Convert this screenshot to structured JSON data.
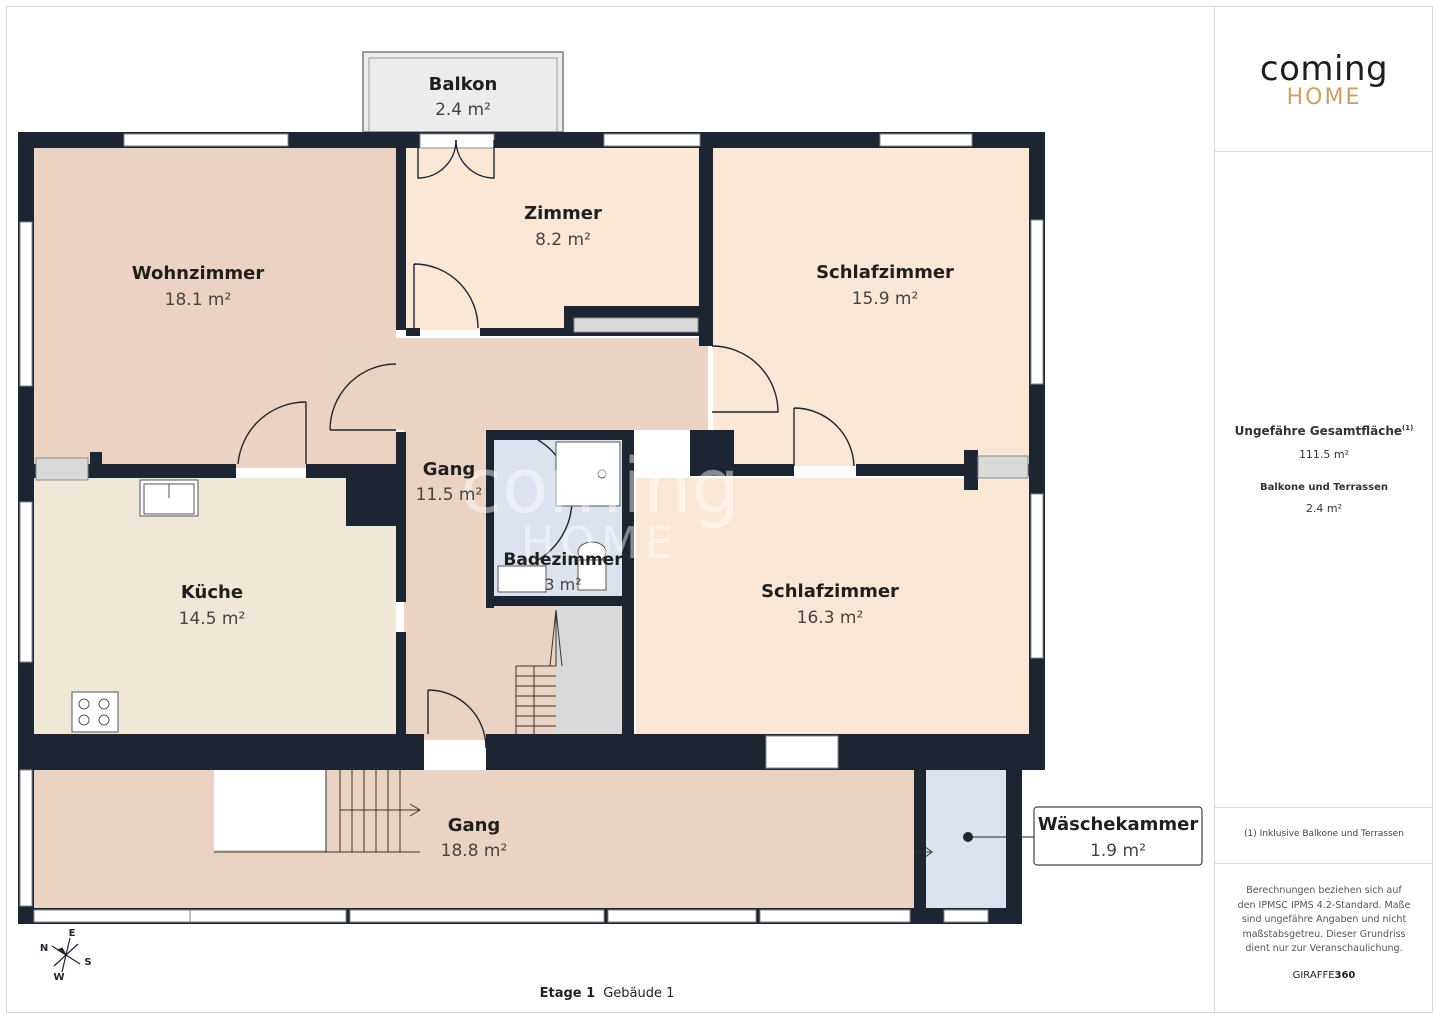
{
  "brand": {
    "line1": "coming",
    "line2": "HOME"
  },
  "watermark": {
    "line1": "coming",
    "line2": "HOME"
  },
  "rooms": {
    "balkon": {
      "name": "Balkon",
      "area": "2.4 m²"
    },
    "zimmer": {
      "name": "Zimmer",
      "area": "8.2 m²"
    },
    "wohnzimmer": {
      "name": "Wohnzimmer",
      "area": "18.1 m²"
    },
    "schlafzimmer1": {
      "name": "Schlafzimmer",
      "area": "15.9 m²"
    },
    "gang1": {
      "name": "Gang",
      "area": "11.5 m²"
    },
    "bad": {
      "name": "Badezimmer",
      "area": "3 m²"
    },
    "kueche": {
      "name": "Küche",
      "area": "14.5 m²"
    },
    "schlafzimmer2": {
      "name": "Schlafzimmer",
      "area": "16.3 m²"
    },
    "gang2": {
      "name": "Gang",
      "area": "18.8 m²"
    },
    "waesche": {
      "name": "Wäschekammer",
      "area": "1.9 m²"
    }
  },
  "compass": {
    "n": "N",
    "e": "E",
    "s": "S",
    "w": "W"
  },
  "footer": {
    "floor": "Etage 1",
    "building": "Gebäude 1"
  },
  "summary": {
    "total_label": "Ungefähre Gesamtfläche",
    "total_sup": "(1)",
    "total_value": "111.5 m²",
    "balcony_label": "Balkone und Terrassen",
    "balcony_value": "2.4 m²",
    "footnote": "(1) Inklusive Balkone und Terrassen",
    "disclaimer": "Berechnungen beziehen sich auf den IPMSC IPMS 4.2-Standard. Maße sind ungefähre Angaben und nicht maßstabsgetreu. Dieser Grundriss dient nur zur Veranschaulichung.",
    "credit_a": "GIRAFFE",
    "credit_b": "360"
  },
  "colors": {
    "wall": "#1e2532",
    "living": "#ecd2c3",
    "room": "#fbe7d6",
    "kitchen": "#efe8d6",
    "hall": "#ebd3c4",
    "bath": "#dde3ee",
    "stairs": "#d9d9d9",
    "laundry": "#dde3ee",
    "accent": "#c9a263"
  }
}
